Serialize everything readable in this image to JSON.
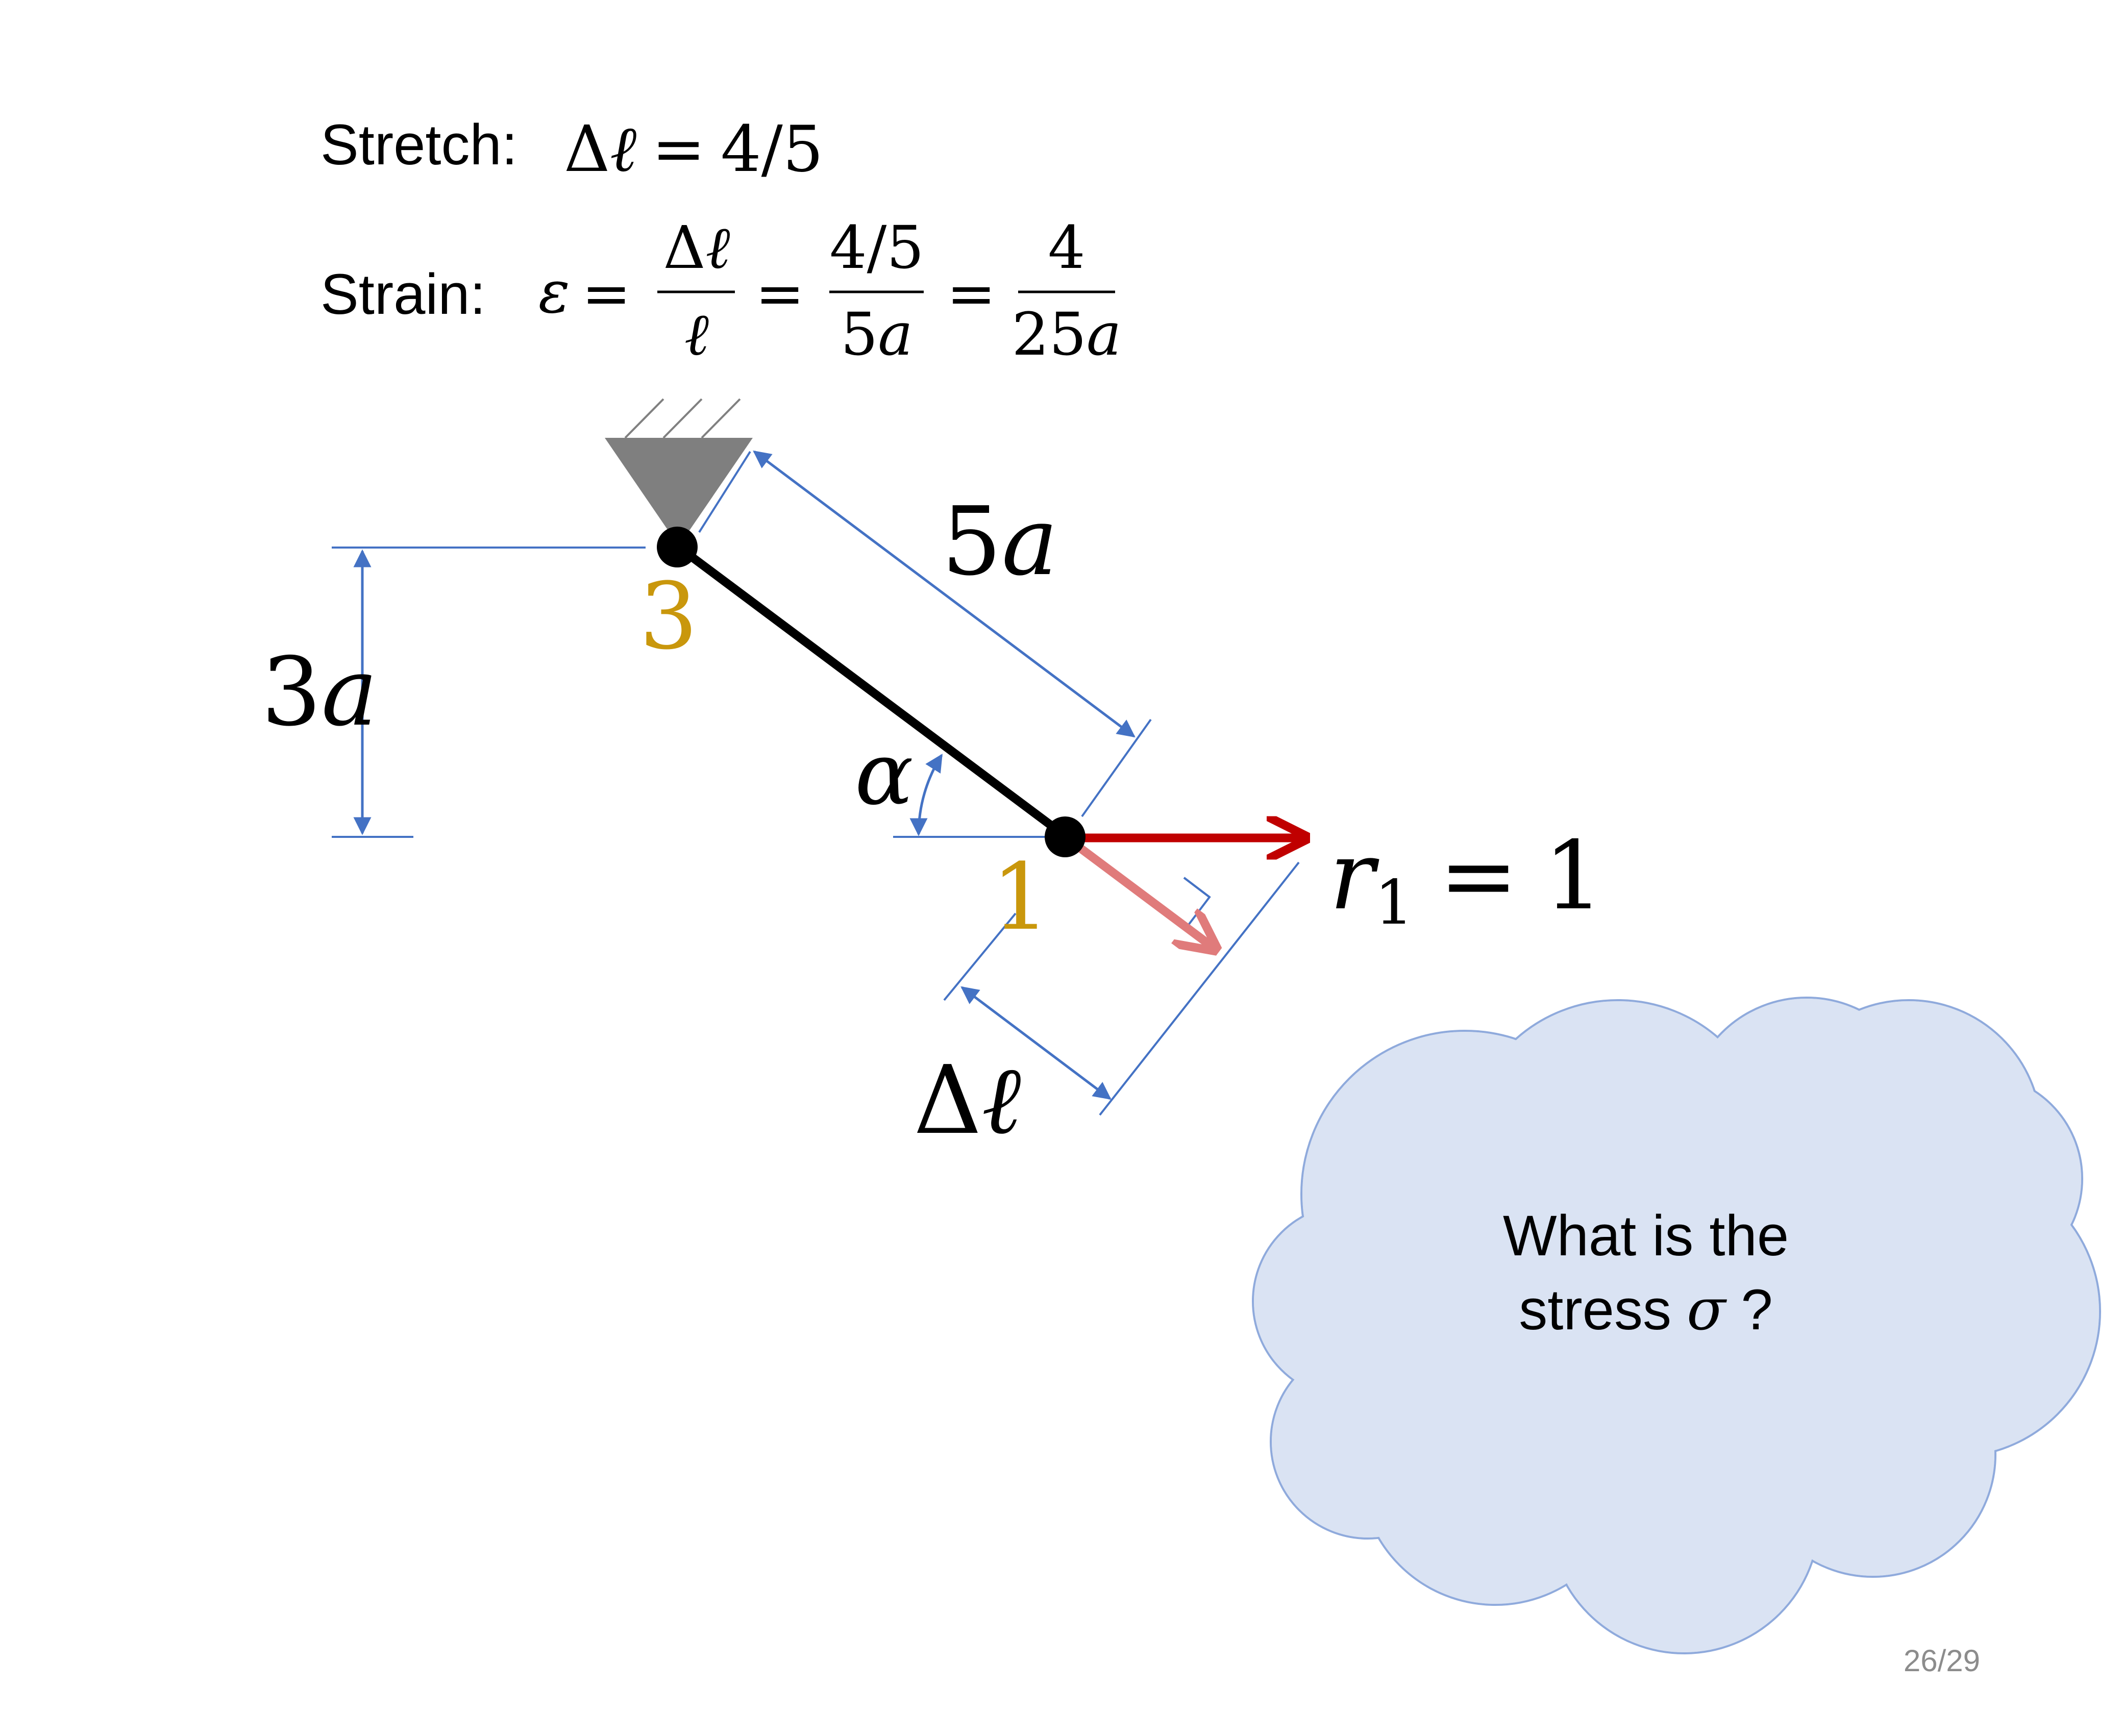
{
  "slide": {
    "page_number": "26/29"
  },
  "stretch": {
    "label": "Stretch:",
    "delta": "Δ",
    "ell": "ℓ",
    "eq": "=",
    "value": "4/5"
  },
  "strain": {
    "label": "Strain:",
    "epsilon": "ε",
    "eq": "=",
    "frac1_num_delta": "Δ",
    "frac1_num_ell": "ℓ",
    "frac1_den": "ℓ",
    "frac2_num": "4/5",
    "frac2_den_num": "5",
    "frac2_den_var": "a",
    "frac3_num": "4",
    "frac3_den_num": "25",
    "frac3_den_var": "a"
  },
  "diagram": {
    "node_top_label": "3",
    "node_bottom_label": "1",
    "length_label_num": "5",
    "length_label_var": "a",
    "height_label_num": "3",
    "height_label_var": "a",
    "angle_label": "α",
    "elongation_delta": "Δ",
    "elongation_ell": "ℓ",
    "force_var": "r",
    "force_sub": "1",
    "force_eq": "=",
    "force_value": "1"
  },
  "thought_cloud": {
    "line1": "What is the",
    "line2_prefix": "stress",
    "line2_symbol": "σ",
    "line2_suffix": "?"
  },
  "colors": {
    "dimension_blue": "#4472C4",
    "node_label_gold": "#C9970C",
    "force_red": "#C00000",
    "component_pink": "#E07B7B",
    "support_gray": "#7F7F7F",
    "cloud_fill": "#DAE3F3",
    "cloud_stroke": "#8FAADC"
  }
}
